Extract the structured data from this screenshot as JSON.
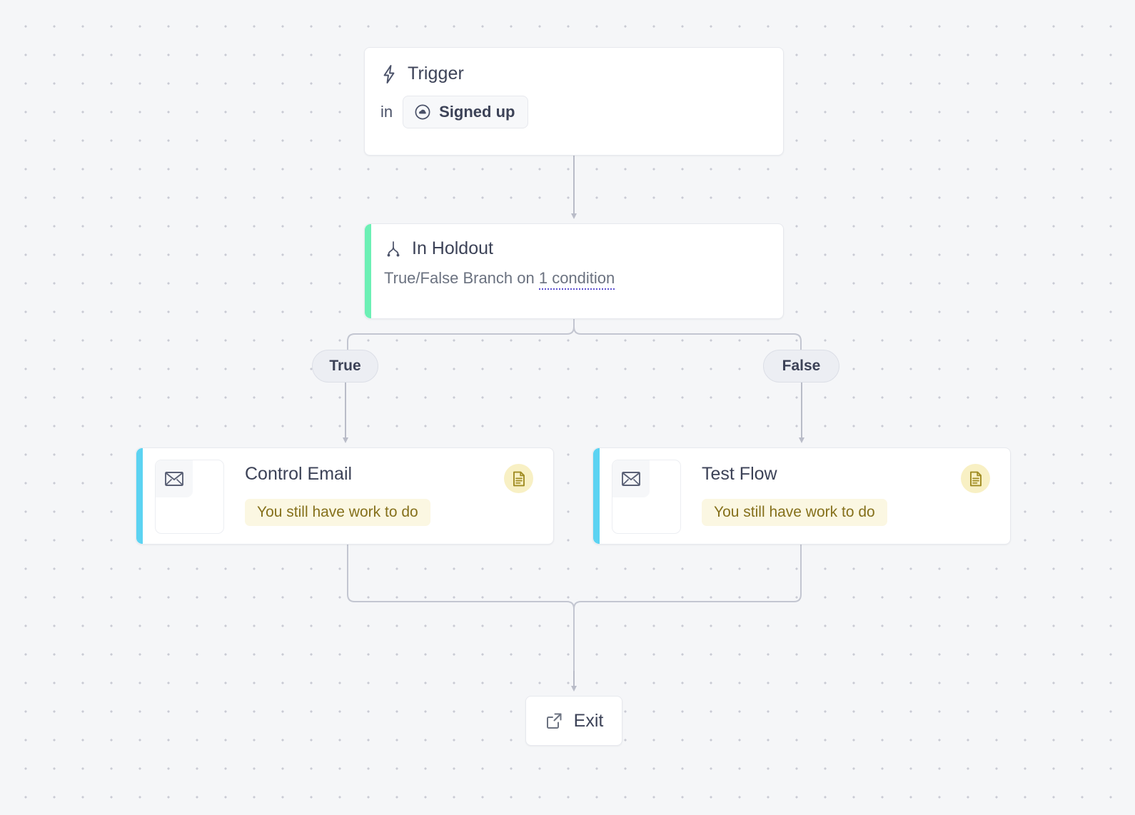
{
  "canvas": {
    "background_color": "#f5f6f8",
    "dot_color": "#c9cbd4"
  },
  "nodes": {
    "trigger": {
      "icon": "lightning-bolt-icon",
      "title": "Trigger",
      "preposition": "in",
      "audience_chip": {
        "icon": "cloud-circle-icon",
        "label": "Signed up"
      }
    },
    "branch": {
      "icon": "branch-split-icon",
      "title": "In Holdout",
      "description_prefix": "True/False Branch on ",
      "condition_link": "1 condition",
      "accent_color": "#6cf0b5"
    },
    "branch_labels": {
      "true": "True",
      "false": "False"
    },
    "control_email": {
      "icon": "envelope-icon",
      "title": "Control Email",
      "warning": "You still have work to do",
      "badge_icon": "document-icon",
      "accent_color": "#5cd3f2",
      "badge_color": "#f8f0c4"
    },
    "test_flow": {
      "icon": "envelope-icon",
      "title": "Test Flow",
      "warning": "You still have work to do",
      "badge_icon": "document-icon",
      "accent_color": "#5cd3f2",
      "badge_color": "#f8f0c4"
    },
    "exit": {
      "icon": "external-link-icon",
      "label": "Exit"
    }
  }
}
